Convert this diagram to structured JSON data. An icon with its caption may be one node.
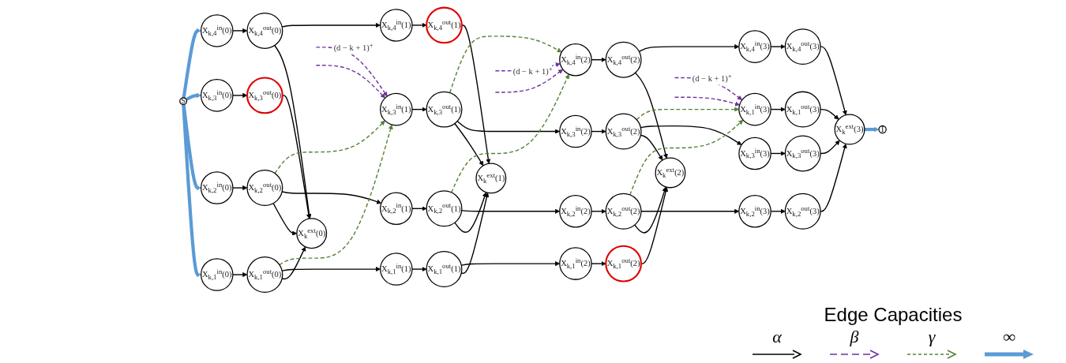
{
  "diagram": {
    "nodes": [
      {
        "text": [
          "S"
        ]
      },
      {
        "text": [
          "X$_{k,1}$$^{in}$(0)"
        ]
      },
      {
        "text": [
          "X$_{k,2}$$^{in}$(0)"
        ]
      },
      {
        "text": [
          "X$_{k,3}$$^{in}$(0)"
        ]
      },
      {
        "text": [
          "X$_{k,4}$$^{in}$(0)"
        ]
      },
      {
        "text": [
          "X$_{k,1}$$^{out}$(0)"
        ]
      },
      {
        "text": [
          "X$_{k,2}$$^{out}$(0)"
        ]
      },
      {
        "text": [
          "X$_{k,3}$$^{out}$(0)"
        ]
      },
      {
        "text": [
          "X$_{k,4}$$^{out}$(0)"
        ]
      },
      {
        "text": [
          "X$_{k}$$^{ext}$(0)"
        ]
      },
      {
        "text": [
          "X$_{k,1}$$^{in}$(1)"
        ]
      },
      {
        "text": [
          "X$_{k,2}$$^{in}$(1)"
        ]
      },
      {
        "text": [
          "X$_{k,3}$$^{in}$(1)"
        ]
      },
      {
        "text": [
          "X$_{k,4}$$^{in}$(1)"
        ]
      },
      {
        "text": [
          "X$_{k,1}$$^{out}$(1)"
        ]
      },
      {
        "text": [
          "X$_{k,2}$$^{out}$(1)"
        ]
      },
      {
        "text": [
          "X$_{k,3}$$^{out}$(1)"
        ]
      },
      {
        "text": [
          "X$_{k,4}$$^{out}$(1)"
        ]
      },
      {
        "text": [
          "X$_{k}$$^{ext}$(1)"
        ]
      },
      {
        "text": [
          "X$_{k,1}$$^{in}$(2)"
        ]
      },
      {
        "text": [
          "X$_{k,2}$$^{in}$(2)"
        ]
      },
      {
        "text": [
          "X$_{k,3}$$^{in}$(2)"
        ]
      },
      {
        "text": [
          "X$_{k,4}$$^{in}$(2)"
        ]
      },
      {
        "text": [
          "X$_{k,1}$$^{out}$(2)"
        ]
      },
      {
        "text": [
          "X$_{k,2}$$^{out}$(2)"
        ]
      },
      {
        "text": [
          "X$_{k,3}$$^{out}$(2)"
        ]
      },
      {
        "text": [
          "X$_{k,4}$$^{out}$(2)"
        ]
      },
      {
        "text": [
          "X$_{k}$$^{ext}$(2)"
        ]
      },
      {
        "text": [
          "X$_{k,1}$$^{in}$(3)"
        ]
      },
      {
        "text": [
          "X$_{k,2}$$^{in}$(3)"
        ]
      },
      {
        "text": [
          "X$_{k,3}$$^{in}$(3)"
        ]
      },
      {
        "text": [
          "X$_{k,4}$$^{in}$(3)"
        ]
      },
      {
        "text": [
          "X$_{k,1}$$^{out}$(3)"
        ]
      },
      {
        "text": [
          "X$_{k,2}$$^{out}$(3)"
        ]
      },
      {
        "text": [
          "X$_{k,3}$$^{out}$(3)"
        ]
      },
      {
        "text": [
          "X$_{k,4}$$^{out}$(3)"
        ]
      },
      {
        "text": [
          "X$_{k}$$^{ext}$(3)"
        ]
      },
      {
        "text": [
          "T"
        ]
      }
    ],
    "edges": [
      {
        "from": 0,
        "to": 1,
        "arrow": "to",
        "style": "thick",
        "color": "#5b9bd5"
      },
      {
        "from": 0,
        "to": 2,
        "arrow": "to",
        "style": "thick",
        "color": "#5b9bd5"
      },
      {
        "from": 0,
        "to": 3,
        "arrow": "to",
        "style": "thick",
        "color": "#5b9bd5"
      },
      {
        "from": 0,
        "to": 4,
        "arrow": "to",
        "style": "thick",
        "color": "#5b9bd5"
      },
      {
        "from": 1,
        "to": 5,
        "arrow": "to"
      },
      {
        "from": 2,
        "to": 6,
        "arrow": "to"
      },
      {
        "from": 3,
        "to": 7,
        "arrow": "to"
      },
      {
        "from": 4,
        "to": 8,
        "arrow": "to"
      },
      {
        "from": 5,
        "to": 9,
        "arrow": "to"
      },
      {
        "from": 6,
        "to": 9,
        "arrow": "to"
      },
      {
        "from": 7,
        "to": 9,
        "arrow": "to"
      },
      {
        "from": 8,
        "to": 9,
        "arrow": "to"
      },
      {
        "from": 5,
        "to": 10,
        "arrow": "to"
      },
      {
        "from": 6,
        "to": 11,
        "arrow": "to"
      },
      {
        "from": 8,
        "to": 13,
        "arrow": "to"
      },
      {
        "from": 5,
        "to": 12,
        "arrow": "to",
        "style": "dashed",
        "color": "#548235"
      },
      {
        "from": 6,
        "to": 12,
        "arrow": "to",
        "style": "dashed",
        "color": "#548235"
      },
      {
        "from": null,
        "to": 12,
        "arrow": "to",
        "label": "(d − k + 1)$^{+}$",
        "style": "dashed",
        "color": "#7030a0"
      },
      {
        "from": null,
        "to": 12,
        "arrow": "to",
        "style": "dashed",
        "color": "#7030a0"
      },
      {
        "from": 10,
        "to": 14,
        "arrow": "to"
      },
      {
        "from": 11,
        "to": 15,
        "arrow": "to"
      },
      {
        "from": 12,
        "to": 16,
        "arrow": "to"
      },
      {
        "from": 13,
        "to": 17,
        "arrow": "to"
      },
      {
        "from": 14,
        "to": 18,
        "arrow": "to"
      },
      {
        "from": 15,
        "to": 18,
        "arrow": "to"
      },
      {
        "from": 16,
        "to": 18,
        "arrow": "to"
      },
      {
        "from": 17,
        "to": 18,
        "arrow": "to"
      },
      {
        "from": 14,
        "to": 19,
        "arrow": "to"
      },
      {
        "from": 15,
        "to": 20,
        "arrow": "to"
      },
      {
        "from": 16,
        "to": 21,
        "arrow": "to"
      },
      {
        "from": 15,
        "to": 22,
        "arrow": "to",
        "style": "dashed",
        "color": "#548235"
      },
      {
        "from": 16,
        "to": 22,
        "arrow": "to",
        "style": "dashed",
        "color": "#548235"
      },
      {
        "from": null,
        "to": 22,
        "arrow": "to",
        "label": "(d − k + 1)$^{+}$",
        "style": "dashed",
        "color": "#7030a0"
      },
      {
        "from": null,
        "to": 22,
        "arrow": "to",
        "style": "dashed",
        "color": "#7030a0"
      },
      {
        "from": 19,
        "to": 23,
        "arrow": "to"
      },
      {
        "from": 20,
        "to": 24,
        "arrow": "to"
      },
      {
        "from": 21,
        "to": 25,
        "arrow": "to"
      },
      {
        "from": 22,
        "to": 26,
        "arrow": "to"
      },
      {
        "from": 23,
        "to": 27,
        "arrow": "to"
      },
      {
        "from": 24,
        "to": 27,
        "arrow": "to"
      },
      {
        "from": 25,
        "to": 27,
        "arrow": "to"
      },
      {
        "from": 26,
        "to": 27,
        "arrow": "to"
      },
      {
        "from": 24,
        "to": 29,
        "arrow": "to"
      },
      {
        "from": 25,
        "to": 30,
        "arrow": "to"
      },
      {
        "from": 26,
        "to": 31,
        "arrow": "to"
      },
      {
        "from": 24,
        "to": 28,
        "arrow": "to",
        "style": "dashed",
        "color": "#548235"
      },
      {
        "from": 25,
        "to": 28,
        "arrow": "to",
        "style": "dashed",
        "color": "#548235"
      },
      {
        "from": null,
        "to": 28,
        "arrow": "to",
        "label": "(d − k + 1)$^{+}$",
        "style": "dashed",
        "color": "#7030a0"
      },
      {
        "from": null,
        "to": 28,
        "arrow": "to",
        "style": "dashed",
        "color": "#7030a0"
      },
      {
        "from": 28,
        "to": 32,
        "arrow": "to"
      },
      {
        "from": 29,
        "to": 33,
        "arrow": "to"
      },
      {
        "from": 30,
        "to": 34,
        "arrow": "to"
      },
      {
        "from": 31,
        "to": 35,
        "arrow": "to"
      },
      {
        "from": 32,
        "to": 36,
        "arrow": "to"
      },
      {
        "from": 33,
        "to": 36,
        "arrow": "to"
      },
      {
        "from": 34,
        "to": 36,
        "arrow": "to"
      },
      {
        "from": 35,
        "to": 36,
        "arrow": "to"
      },
      {
        "from": 36,
        "to": 37,
        "arrow": "to",
        "style": "thick",
        "color": "#5b9bd5"
      }
    ],
    "labels": [
      "Edge Capacities"
    ],
    "legend": [
      {
        "text": "α"
      },
      {
        "text": "β"
      },
      {
        "text": "γ"
      },
      {
        "text": "∞"
      }
    ]
  }
}
